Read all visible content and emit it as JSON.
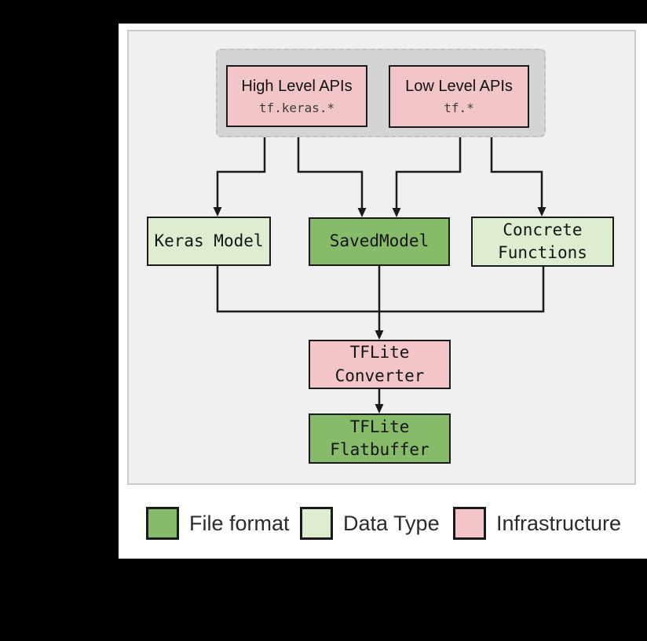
{
  "colors": {
    "background": "#000000",
    "canvas": "#ffffff",
    "panel_bg": "#f0f0f0",
    "panel_border": "#c9c9c9",
    "api_group_bg": "#d4d4d4",
    "api_group_border": "#c2c2c2",
    "infrastructure_pink": "#f2c5c6",
    "file_format_green": "#86bb6a",
    "data_type_light_green": "#dcedd0",
    "line_black": "#1a1a1a"
  },
  "diagram": {
    "api_group": {
      "high_level": {
        "title": "High Level APIs",
        "subtitle": "tf.keras.*"
      },
      "low_level": {
        "title": "Low Level APIs",
        "subtitle": "tf.*"
      }
    },
    "nodes": {
      "keras_model": {
        "label": "Keras Model",
        "type": "data_type"
      },
      "saved_model": {
        "label": "SavedModel",
        "type": "file_format"
      },
      "concrete_functions": {
        "label": "Concrete\nFunctions",
        "type": "data_type"
      },
      "tflite_converter": {
        "label": "TFLite\nConverter",
        "type": "infrastructure"
      },
      "tflite_flatbuffer": {
        "label": "TFLite\nFlatbuffer",
        "type": "file_format"
      }
    }
  },
  "legend": {
    "items": [
      {
        "label": "File format"
      },
      {
        "label": "Data Type"
      },
      {
        "label": "Infrastructure"
      }
    ]
  }
}
